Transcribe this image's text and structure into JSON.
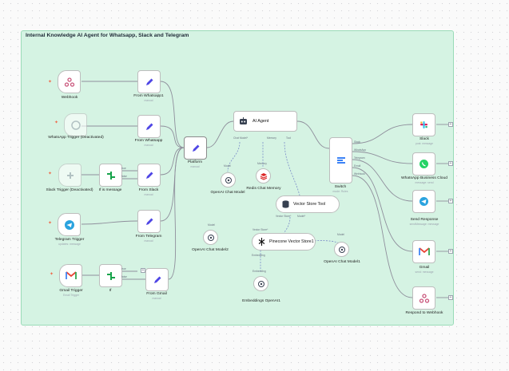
{
  "group_title": "Internal Knowledge AI Agent for Whatsapp, Slack and Telegram",
  "nodes": {
    "webhook": {
      "label": "Webhook"
    },
    "whatsapp_trigger": {
      "label": "WhatsApp Trigger (Deactivated)"
    },
    "slack_trigger": {
      "label": "Slack Trigger (Deactivated)"
    },
    "telegram_trigger": {
      "label": "Telegram Trigger",
      "sub": "updates: message"
    },
    "gmail_trigger": {
      "label": "Gmail Trigger",
      "sub": "Email Trigger"
    },
    "if_message": {
      "label": "If is message"
    },
    "if_node": {
      "label": "If"
    },
    "from_whatsapp1": {
      "label": "From Whatsapp1",
      "sub": "manual"
    },
    "from_whatsapp": {
      "label": "From Whatsapp",
      "sub": "manual"
    },
    "from_slack": {
      "label": "From Slack",
      "sub": "manual"
    },
    "from_telegram": {
      "label": "From Telegram",
      "sub": "manual"
    },
    "from_gmail": {
      "label": "From Gmail",
      "sub": "manual"
    },
    "platform": {
      "label": "Platform",
      "sub": "manual"
    },
    "ai_agent": {
      "label": "AI Agent"
    },
    "openai_chat_model": {
      "label": "OpenAI Chat Model"
    },
    "redis_chat_memory": {
      "label": "Redis Chat Memory"
    },
    "vector_store_tool": {
      "label": "Vector Store Tool"
    },
    "pinecone_vector_store": {
      "label": "Pinecone Vector Store1"
    },
    "openai_chat_model2": {
      "label": "OpenAI Chat Model2"
    },
    "openai_chat_model1": {
      "label": "OpenAI Chat Model1"
    },
    "embeddings_openai": {
      "label": "Embeddings OpenAI1"
    },
    "switch": {
      "label": "Switch",
      "sub": "mode: Rules"
    },
    "slack": {
      "label": "Slack",
      "sub": "post: message"
    },
    "whatsapp_business": {
      "label": "WhatsApp Business Cloud",
      "sub": "message: send"
    },
    "send_response": {
      "label": "Send Response",
      "sub": "sendMessage: message"
    },
    "gmail": {
      "label": "Gmail",
      "sub": "send: message"
    },
    "respond_webhook": {
      "label": "Respond to Webhook"
    }
  },
  "ports": {
    "chat_model": "Chat Model*",
    "memory": "Memory",
    "tool": "Tool",
    "model": "Model",
    "vector_store": "Vector Store*",
    "chat_model_vs": "Model*",
    "embedding": "Embedding",
    "true": "true",
    "false": "false",
    "out0": "Slack",
    "out1": "WhatsApp",
    "out2": "Telegram",
    "out3": "Email",
    "out4": "Webhook"
  },
  "colors": {
    "group_bg": "#d5f3e3",
    "pencil": "#4f46e5",
    "trigger_bolt": "#ef6b4c",
    "wire": "#8f8f9c",
    "ai_wire": "#7b8cc7"
  }
}
